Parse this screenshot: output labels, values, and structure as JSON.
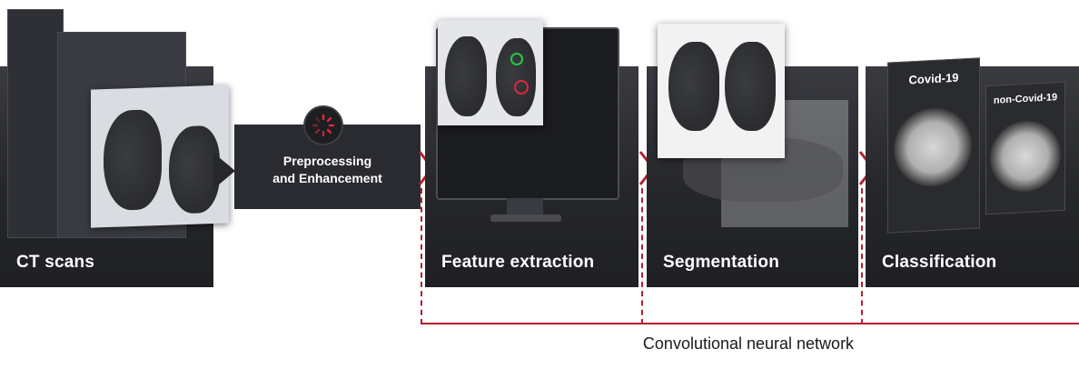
{
  "stages": {
    "ct": {
      "label": "CT scans"
    },
    "preprocessing": {
      "line1": "Preprocessing",
      "line2": "and Enhancement"
    },
    "feature": {
      "label": "Feature extraction"
    },
    "segmentation": {
      "label": "Segmentation"
    },
    "classification": {
      "label": "Classification",
      "covid_label": "Covid-19",
      "noncovid_label": "non-Covid-19"
    }
  },
  "network": {
    "label": "Convolutional neural network"
  },
  "colors": {
    "accent": "#b4202f",
    "panel": "#26272b"
  }
}
